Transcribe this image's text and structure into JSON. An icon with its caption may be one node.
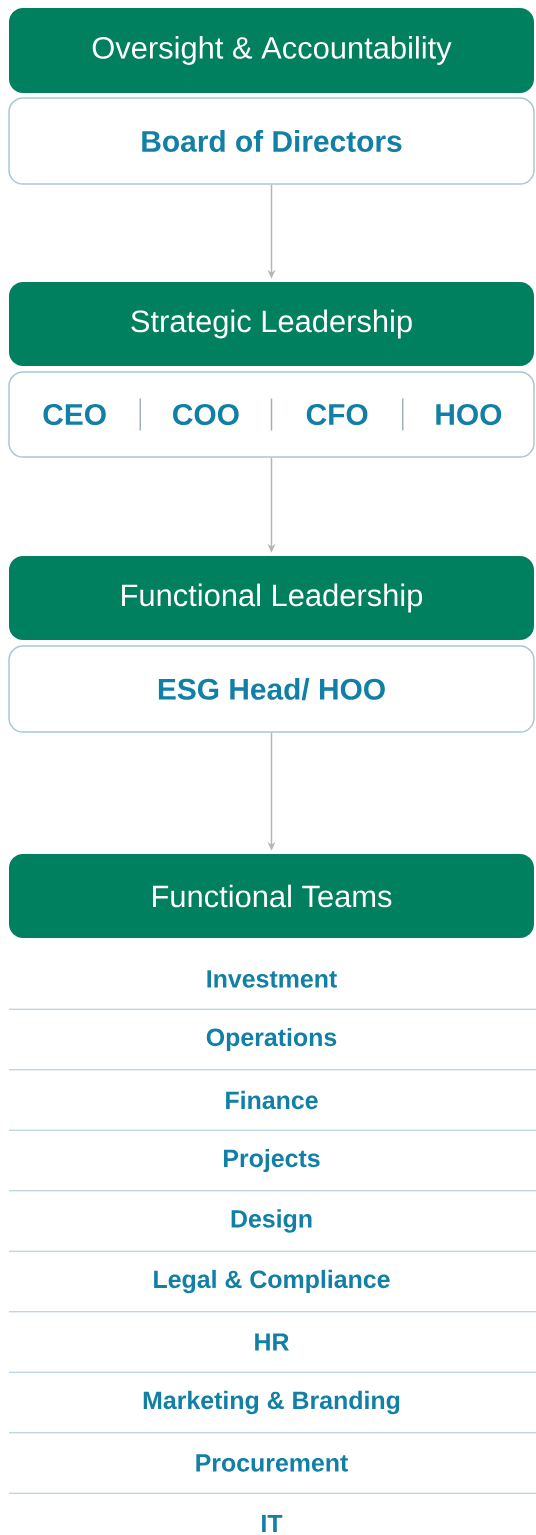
{
  "diagram": {
    "nodes": [
      {
        "text": [
          "Oversight & Accountability"
        ]
      },
      {
        "text": [
          "Board of Directors"
        ]
      },
      {
        "text": [
          "Strategic Leadership"
        ]
      },
      {
        "text": [
          "CEO",
          "COO",
          "CFO",
          "HOO"
        ]
      },
      {
        "text": [
          "Functional Leadership"
        ]
      },
      {
        "text": [
          "ESG Head/ HOO"
        ]
      },
      {
        "text": [
          "Functional Teams"
        ]
      }
    ],
    "edges": [
      {
        "from": 1,
        "to": 2,
        "arrow": "to"
      },
      {
        "from": 3,
        "to": 4,
        "arrow": "to"
      },
      {
        "from": 5,
        "to": 6,
        "arrow": "to"
      }
    ],
    "labels": [
      "Investment",
      "Operations",
      "Finance",
      "Projects",
      "Design",
      "Legal & Compliance",
      "HR",
      "Marketing & Branding",
      "Procurement",
      "IT"
    ]
  }
}
